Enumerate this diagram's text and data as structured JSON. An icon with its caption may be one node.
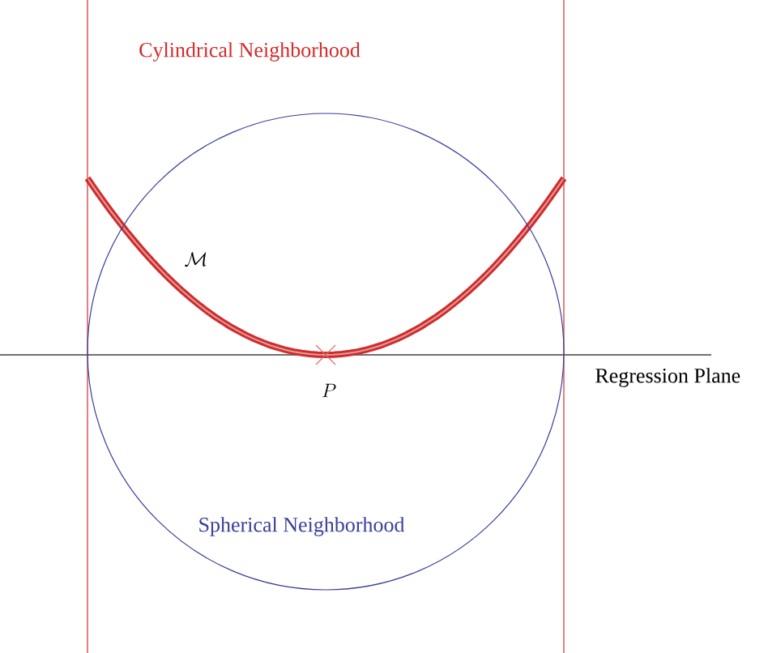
{
  "diagram": {
    "nodes": [
      {
        "text": [
          "Cylindrical Neighborhood"
        ]
      },
      {
        "text": [
          "Spherical Neighborhood"
        ],
        "in": 0
      }
    ],
    "labels": [
      "\\mathcal{M}",
      "P",
      "Regression Plane"
    ]
  }
}
